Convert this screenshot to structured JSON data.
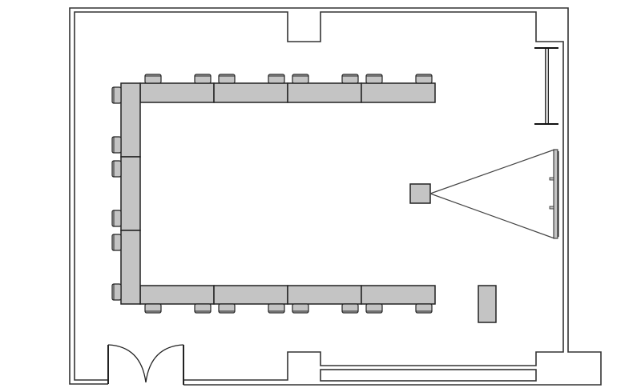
{
  "colors": {
    "furniture_fill": "#c4c4c4",
    "line": "#222222",
    "background": "#ffffff"
  },
  "layout_counts": {
    "top_tables": 4,
    "bottom_tables": 4,
    "side_tables": 3,
    "top_chairs": 8,
    "bottom_chairs": 8,
    "side_chairs": 6
  }
}
